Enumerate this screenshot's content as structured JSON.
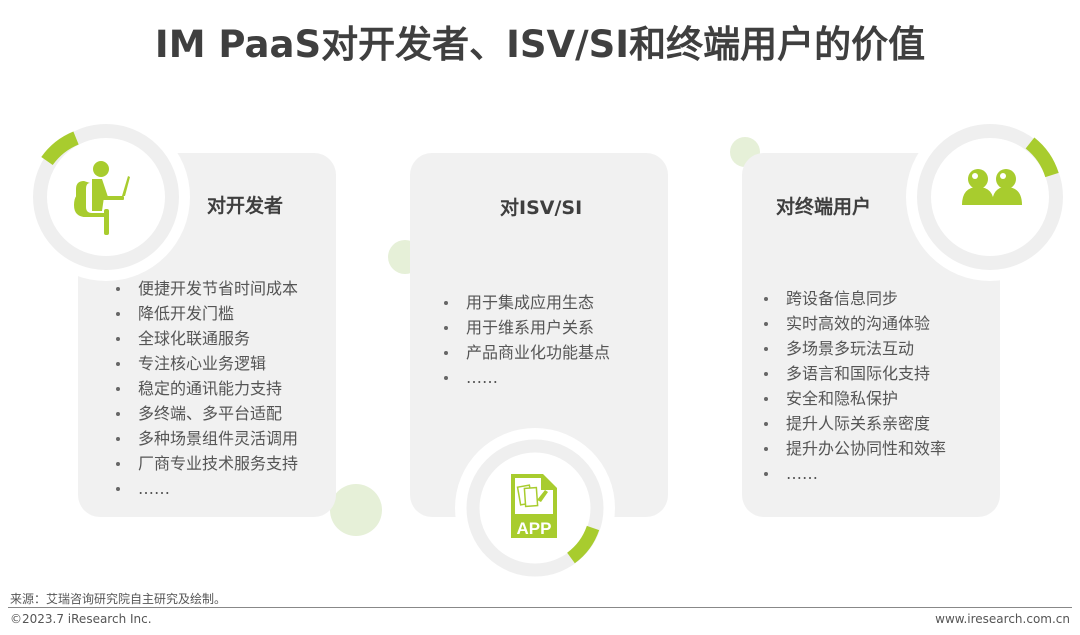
{
  "title": "IM PaaS对开发者、ISV/SI和终端用户的价值",
  "accent_color": "#a8cc2e",
  "cards": [
    {
      "title": "对开发者",
      "icon": "developer-at-laptop-icon",
      "items": [
        "便捷开发节省时间成本",
        "降低开发门槛",
        "全球化联通服务",
        "专注核心业务逻辑",
        "稳定的通讯能力支持",
        "多终端、多平台适配",
        "多种场景组件灵活调用",
        "厂商专业技术服务支持",
        "……"
      ]
    },
    {
      "title": "对ISV/SI",
      "icon": "app-file-icon",
      "icon_label": "APP",
      "items": [
        "用于集成应用生态",
        "用于维系用户关系",
        "产品商业化功能基点",
        "……"
      ]
    },
    {
      "title": "对终端用户",
      "icon": "users-icon",
      "items": [
        "跨设备信息同步",
        "实时高效的沟通体验",
        "多场景多玩法互动",
        "多语言和国际化支持",
        "安全和隐私保护",
        "提升人际关系亲密度",
        "提升办公协同性和效率",
        "……"
      ]
    }
  ],
  "footer": {
    "source": "来源：艾瑞咨询研究院自主研究及绘制。",
    "copyright": "©2023.7 iResearch Inc.",
    "url": "www.iresearch.com.cn"
  }
}
